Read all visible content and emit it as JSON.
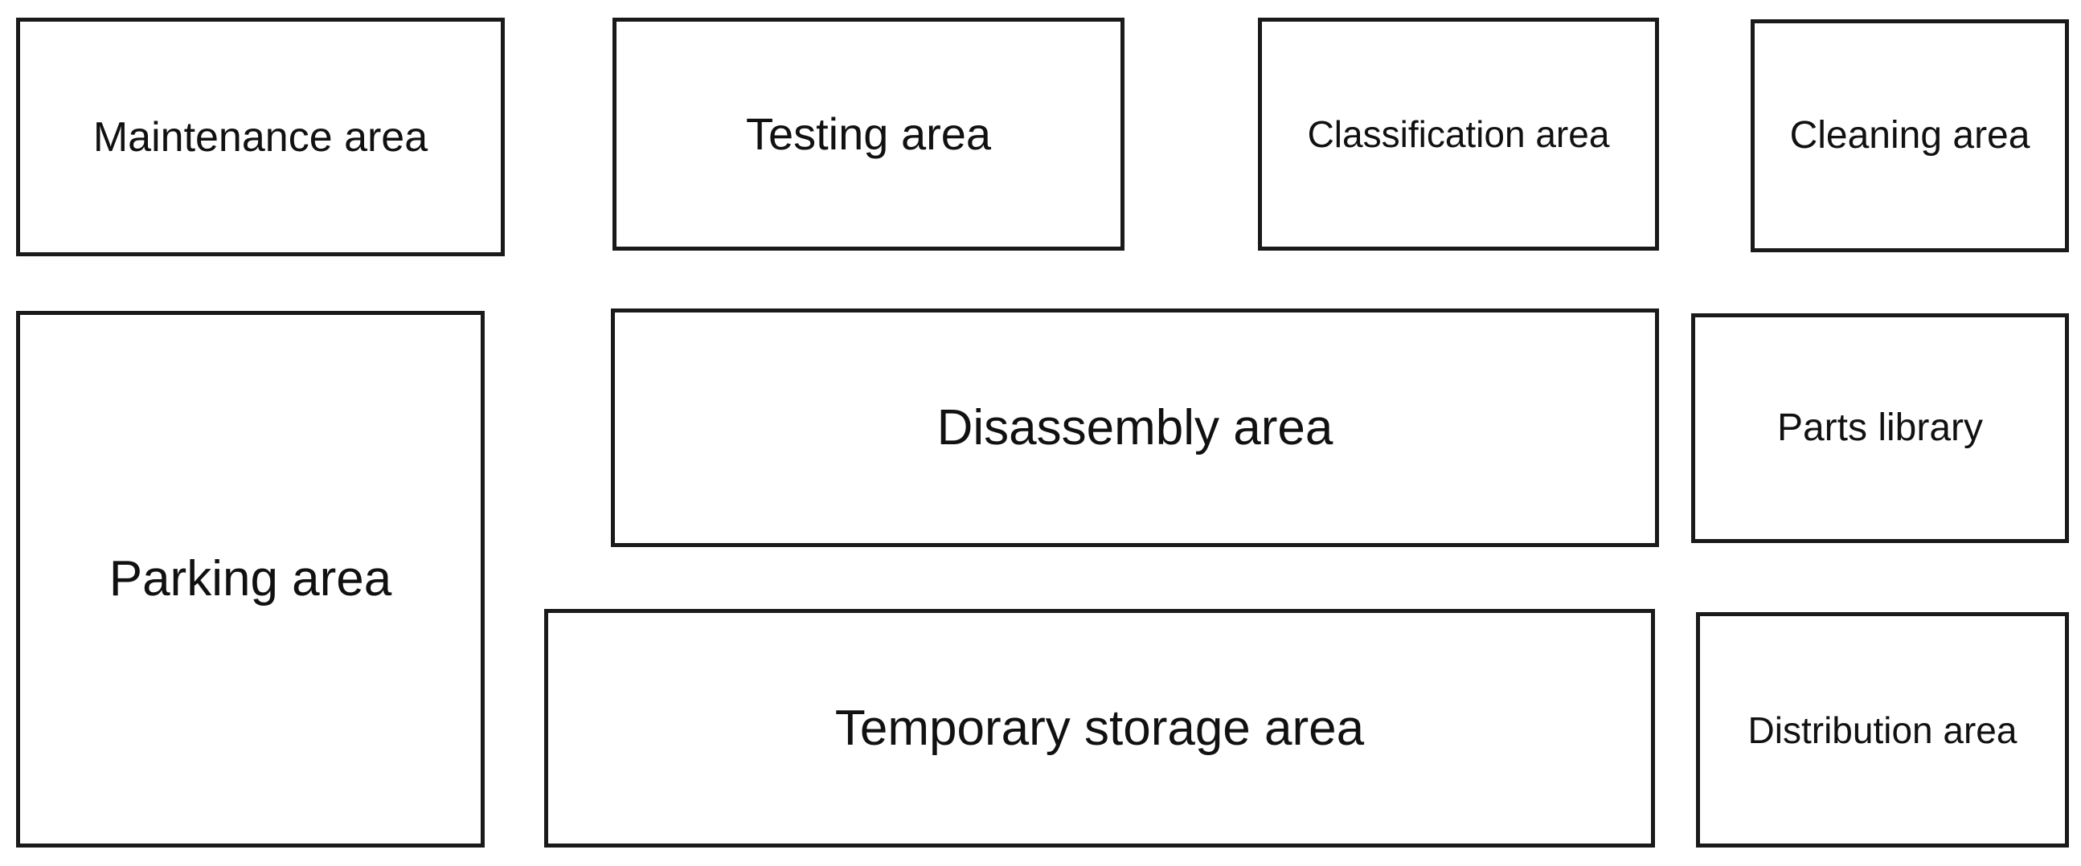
{
  "diagram": {
    "areas": [
      {
        "id": "maintenance",
        "label": "Maintenance area"
      },
      {
        "id": "testing",
        "label": "Testing area"
      },
      {
        "id": "classification",
        "label": "Classification area"
      },
      {
        "id": "cleaning",
        "label": "Cleaning area"
      },
      {
        "id": "parking",
        "label": "Parking area"
      },
      {
        "id": "disassembly",
        "label": "Disassembly area"
      },
      {
        "id": "parts_library",
        "label": "Parts library"
      },
      {
        "id": "temporary_storage",
        "label": "Temporary storage area"
      },
      {
        "id": "distribution",
        "label": "Distribution area"
      }
    ],
    "colors": {
      "border": "#1a1a1a",
      "text": "#111111",
      "background": "#ffffff"
    }
  }
}
